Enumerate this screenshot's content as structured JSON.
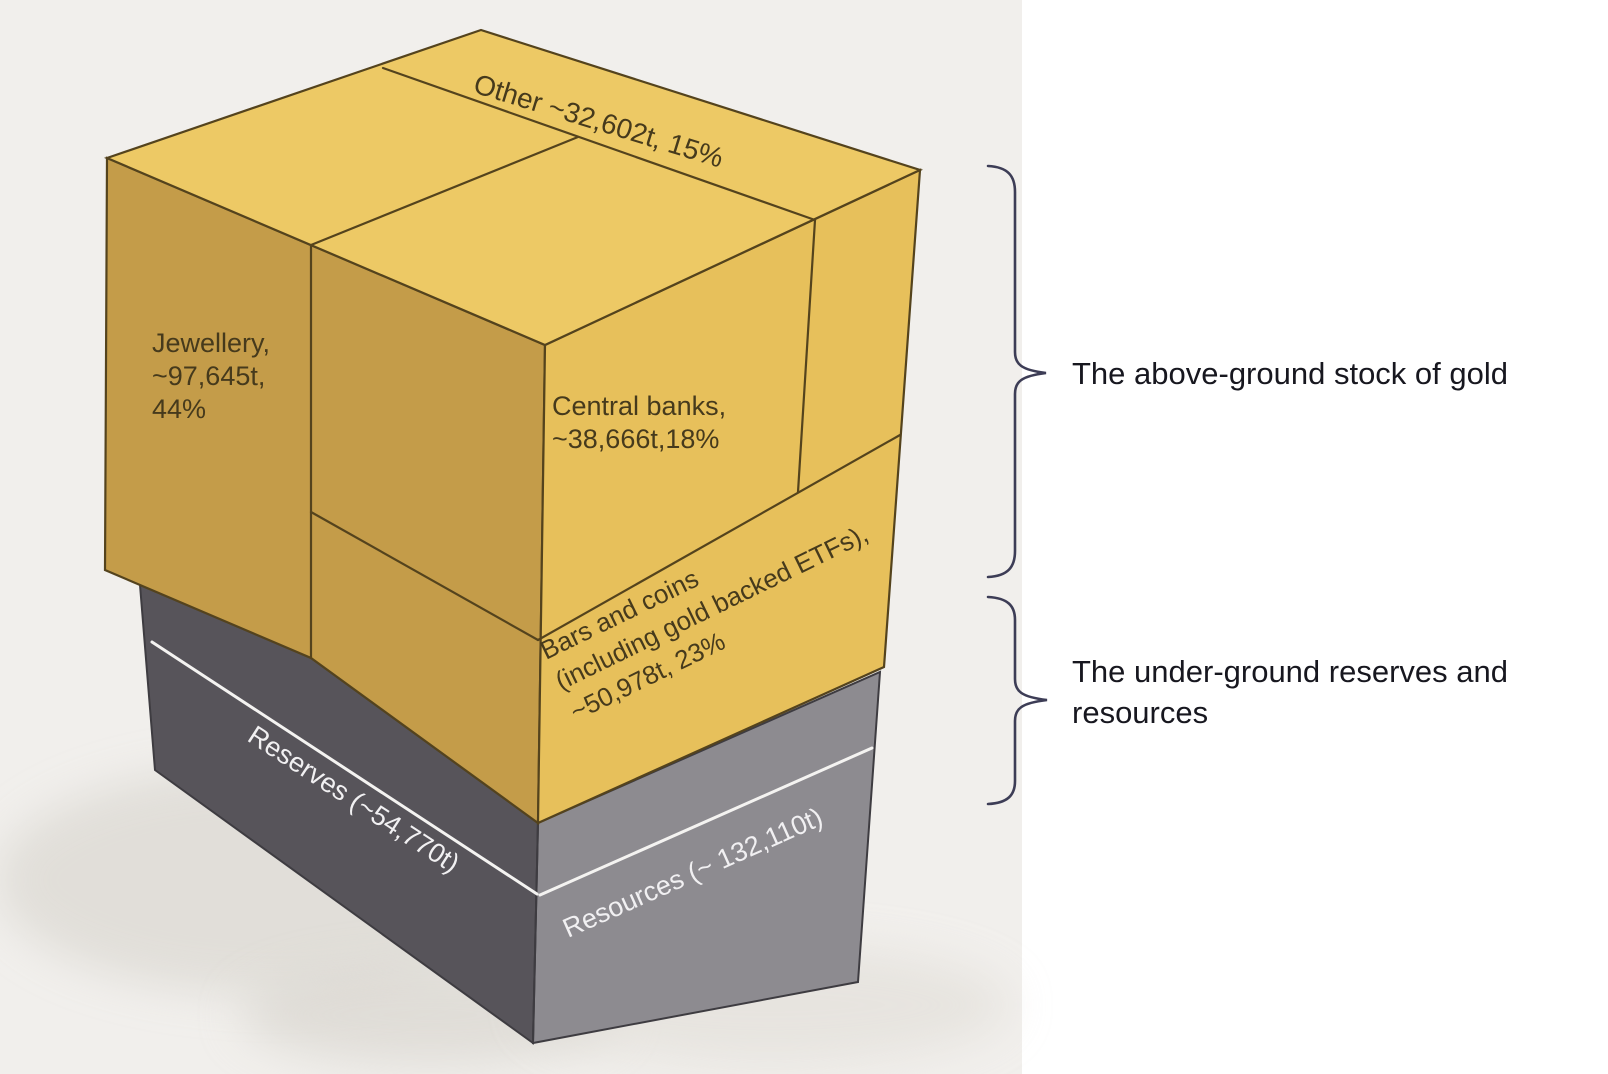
{
  "labels": {
    "other": "Other ~32,602t, 15%",
    "jewellery_lines": [
      "Jewellery,",
      "~97,645t,",
      "44%"
    ],
    "central_lines": [
      "Central banks,",
      "~38,666t,18%"
    ],
    "bars_lines": [
      "Bars and coins",
      "(including gold backed ETFs),",
      "~50,978t, 23%"
    ],
    "reserves": "Reserves (~54,770t)",
    "resources": "Resources (~ 132,110t)",
    "above_ground": "The above-ground stock of gold",
    "under_ground_lines": [
      "The under-ground reserves and",
      "resources"
    ]
  },
  "colors": {
    "background_canvas": "#f1efec",
    "background_panel": "#ffffff",
    "gold_top": "#edc965",
    "gold_left": "#c49c49",
    "gold_right": "#e7c05b",
    "gold_edge": "#54431d",
    "gray_left": "#57545a",
    "gray_right": "#8d8b90",
    "gray_edge": "#3e3c41",
    "white_divider": "#f4f3f1",
    "brace": "#3d3d56",
    "text_on_gold": "#463a1c",
    "text_on_gray": "#f1f0f2",
    "text_panel": "#17171f"
  },
  "chart_data": {
    "type": "treemap",
    "title": "The above-ground stock of gold and under-ground reserves and resources",
    "unit": "tonnes",
    "legend_position": "right",
    "groups": [
      {
        "name": "The above-ground stock of gold",
        "items": [
          {
            "label": "Jewellery",
            "tonnes": 97645,
            "percent": 44
          },
          {
            "label": "Bars and coins (including gold backed ETFs)",
            "tonnes": 50978,
            "percent": 23
          },
          {
            "label": "Central banks",
            "tonnes": 38666,
            "percent": 18
          },
          {
            "label": "Other",
            "tonnes": 32602,
            "percent": 15
          }
        ]
      },
      {
        "name": "The under-ground reserves and resources",
        "items": [
          {
            "label": "Reserves",
            "tonnes": 54770
          },
          {
            "label": "Resources",
            "tonnes": 132110
          }
        ]
      }
    ]
  }
}
